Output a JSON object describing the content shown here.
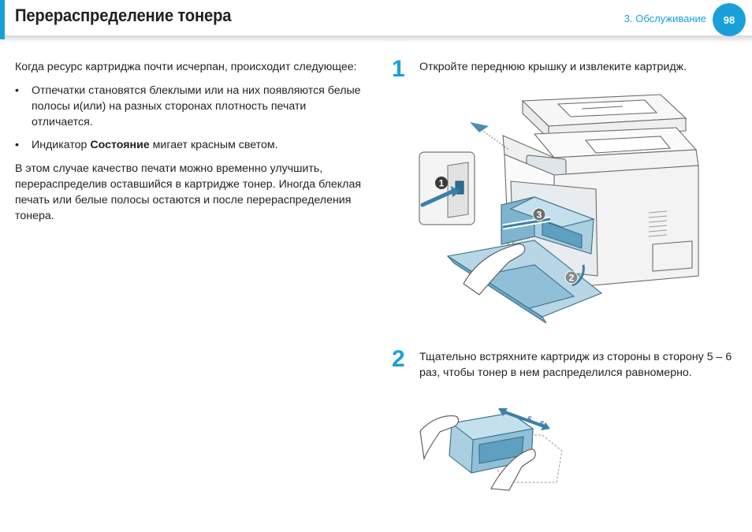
{
  "header": {
    "title": "Перераспределение тонера",
    "section": "3. Обслуживание",
    "page_number": "98"
  },
  "intro": {
    "lead": "Когда ресурс картриджа почти исчерпан, происходит следующее:",
    "bullet_char": "•",
    "bullet1": "Отпечатки становятся блеклыми или на них появляются белые полосы и(или) на разных сторонах плотность печати отличается.",
    "bullet2_pre": "Индикатор ",
    "bullet2_bold": "Состояние",
    "bullet2_post": " мигает красным светом.",
    "closing": "В этом случае качество печати можно временно улучшить, перераспределив оставшийся в картридже тонер. Иногда блеклая печать или белые полосы остаются и после перераспределения тонера."
  },
  "steps": [
    {
      "number": "1",
      "text": "Откройте переднюю крышку и извлеките картридж."
    },
    {
      "number": "2",
      "text": "Тщательно встряхните картридж из стороны в сторону 5 – 6 раз, чтобы тонер в нем распределился равномерно."
    }
  ],
  "illustration1": {
    "callouts": [
      "1",
      "2",
      "3"
    ]
  },
  "illustration2": {
    "shake_label": "5 – 6"
  },
  "colors": {
    "accent": "#1aa0d8",
    "cartridge": "#a9cfe0",
    "cartridge_dark": "#5f9fbf"
  }
}
